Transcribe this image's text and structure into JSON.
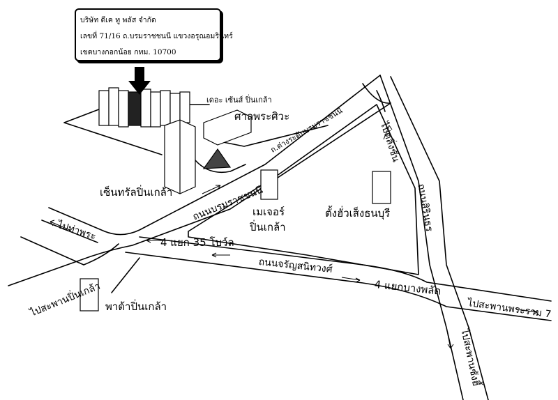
{
  "address": {
    "company": "บริษัท ดีเค ทู พลัส จำกัด",
    "line1": "เลขที่ 71/16 ถ.บรมราชชนนี แขวงอรุณอมรินทร์",
    "line2": "เขตบางกอกน้อย กทม. 10700"
  },
  "landmarks": {
    "the_scene": "เดอะ เซ้นส์ ปิ่นเกล้า",
    "shrine": "ศาลพระศิวะ",
    "central": "เซ็นทรัลปิ่นเกล้า",
    "major": "เมเจอร์",
    "major_2": "ปิ่นเกล้า",
    "tang_hua_seng": "ตั้งฮั่วเส็งธนบุรี",
    "pata": "พาต้าปิ่นเกล้า"
  },
  "roads": {
    "borommaratchachonnani": "ถนนบรมราชชนนี",
    "charansanitwong": "ถนนจรัญสนิทวงศ์",
    "sirindhorn": "ถนนสิรินธร",
    "intersection_tollway": "ถ.ต่างระดับบรมราชชนนี"
  },
  "intersections": {
    "yaek_35": "4 แยก 35 โบว์ล",
    "yaek_bang_phlat": "4 แยกบางพลัด"
  },
  "directions": {
    "tha_phra": "ไปท่าพระ",
    "pinklao_bridge": "ไปสะพานปิ่นเกล้า",
    "taling_chan": "ไปตลิ่งชัน",
    "rama7_bridge": "ไปสะพานพระราม 7",
    "krung_thon_bridge": "ไปสะพานซังฮี้"
  },
  "colors": {
    "ink": "#000000",
    "paper": "#ffffff"
  }
}
